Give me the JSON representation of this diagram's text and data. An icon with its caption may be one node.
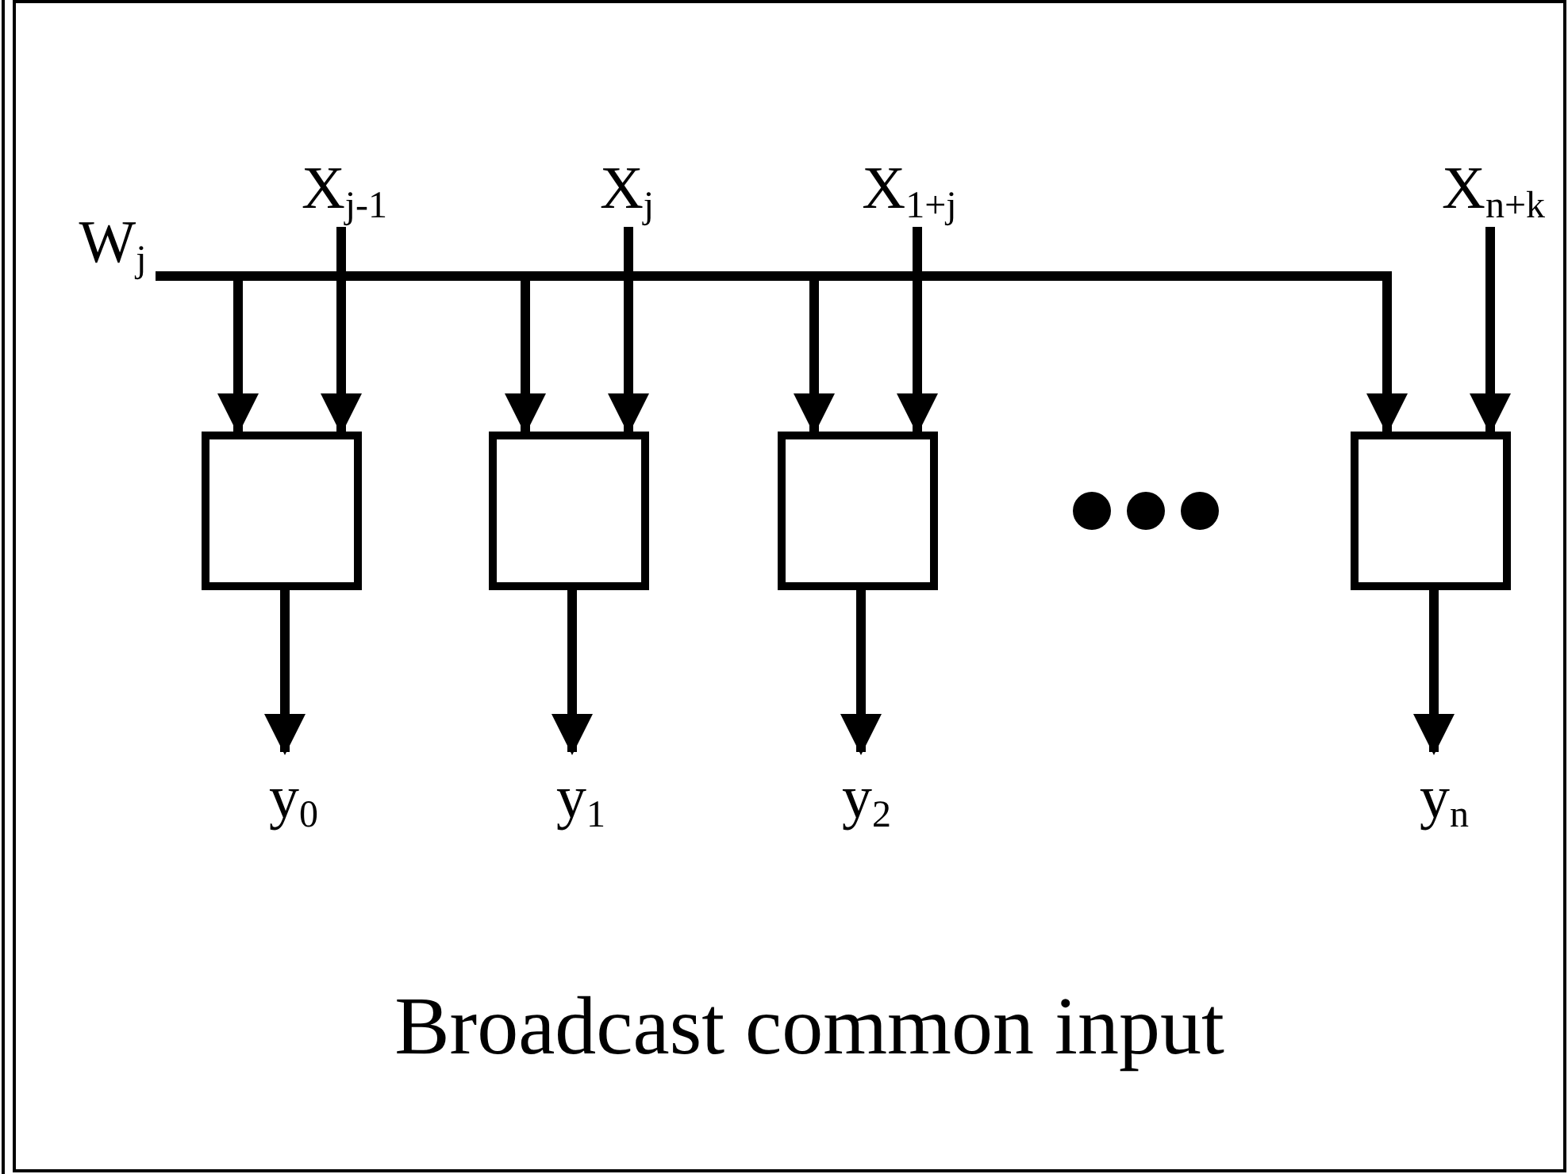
{
  "diagram": {
    "caption": "Broadcast common input",
    "nodes": [
      {
        "text": [
          "W$_{j}$"
        ]
      },
      {
        "text": [
          "X$_{j-1}$"
        ]
      },
      {
        "text": [
          "X$_{j}$"
        ]
      },
      {
        "text": [
          "X$_{1+j}$"
        ]
      },
      {
        "text": [
          "X$_{n+k}$"
        ]
      },
      {
        "text": [],
        "shape": "box"
      },
      {
        "text": [],
        "shape": "box"
      },
      {
        "text": [],
        "shape": "box"
      },
      {
        "text": [],
        "shape": "box"
      },
      {
        "text": [
          "y$_{0}$"
        ]
      },
      {
        "text": [
          "y$_{1}$"
        ]
      },
      {
        "text": [
          "y$_{2}$"
        ]
      },
      {
        "text": [
          "y$_{n}$"
        ]
      }
    ],
    "edges": [
      {
        "from": 0,
        "to": 5,
        "arrow": "to"
      },
      {
        "from": 0,
        "to": 6,
        "arrow": "to"
      },
      {
        "from": 0,
        "to": 7,
        "arrow": "to"
      },
      {
        "from": 0,
        "to": 8,
        "arrow": "to"
      },
      {
        "from": 1,
        "to": 5,
        "arrow": "to"
      },
      {
        "from": 2,
        "to": 6,
        "arrow": "to"
      },
      {
        "from": 3,
        "to": 7,
        "arrow": "to"
      },
      {
        "from": 4,
        "to": 8,
        "arrow": "to"
      },
      {
        "from": 5,
        "to": 9,
        "arrow": "to"
      },
      {
        "from": 6,
        "to": 10,
        "arrow": "to"
      },
      {
        "from": 7,
        "to": 11,
        "arrow": "to"
      },
      {
        "from": 8,
        "to": 12,
        "arrow": "to"
      }
    ]
  }
}
